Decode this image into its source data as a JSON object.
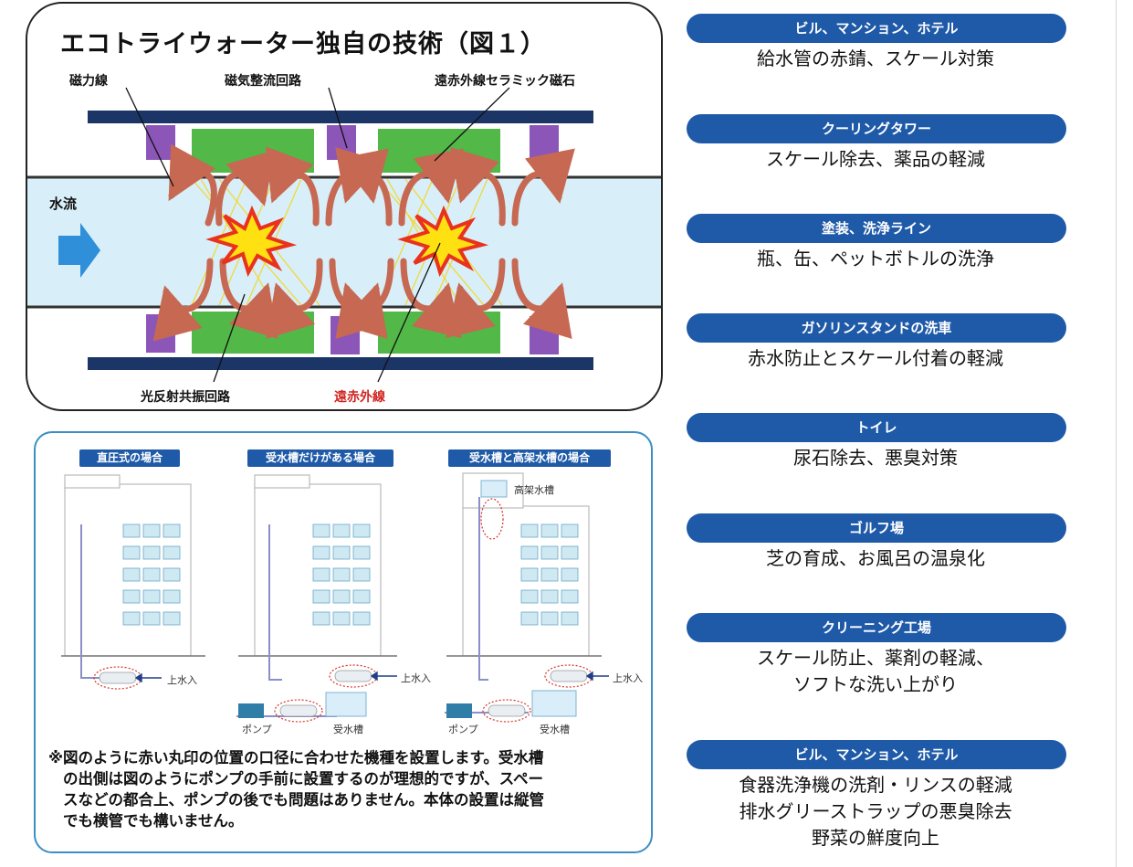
{
  "technology_figure": {
    "title": "エコトライウォーター独自の技術（図１）",
    "labels": {
      "magnetic_lines": "磁力線",
      "rectifier_circuit": "磁気整流回路",
      "ceramic_magnet": "遠赤外線セラミック磁石",
      "water_flow": "水流",
      "optical_resonance": "光反射共振回路",
      "far_infrared": "遠赤外線"
    }
  },
  "installation_figure": {
    "cases": [
      {
        "caption": "直圧式の場合",
        "inlet": "上水入"
      },
      {
        "caption": "受水槽だけがある場合",
        "inlet": "上水入",
        "pump": "ポンプ",
        "tank": "受水槽"
      },
      {
        "caption": "受水槽と高架水槽の場合",
        "inlet": "上水入",
        "pump": "ポンプ",
        "tank": "受水槽",
        "elevated_tank": "高架水槽"
      }
    ],
    "note_lines": [
      "※図のように赤い丸印の位置の口径に合わせた機種を設置します。受水槽",
      "の出側は図のようにポンプの手前に設置するのが理想的ですが、スペー",
      "スなどの都合上、ポンプの後でも問題はありません。本体の設置は縦管",
      "でも横管でも構いません。"
    ]
  },
  "applications": [
    {
      "head": "ビル、マンション、ホテル",
      "desc": [
        "給水管の赤錆、スケール対策"
      ]
    },
    {
      "head": "クーリングタワー",
      "desc": [
        "スケール除去、薬品の軽減"
      ]
    },
    {
      "head": "塗装、洗浄ライン",
      "desc": [
        "瓶、缶、ペットボトルの洗浄"
      ]
    },
    {
      "head": "ガソリンスタンドの洗車",
      "desc": [
        "赤水防止とスケール付着の軽減"
      ]
    },
    {
      "head": "トイレ",
      "desc": [
        "尿石除去、悪臭対策"
      ]
    },
    {
      "head": "ゴルフ場",
      "desc": [
        "芝の育成、お風呂の温泉化"
      ]
    },
    {
      "head": "クリーニング工場",
      "desc": [
        "スケール防止、薬剤の軽減、",
        "ソフトな洗い上がり"
      ]
    },
    {
      "head": "ビル、マンション、ホテル",
      "desc": [
        "食器洗浄機の洗剤・リンスの軽減",
        "排水グリーストラップの悪臭除去",
        "野菜の鮮度向上"
      ]
    }
  ],
  "colors": {
    "navy_bar": "#1b3566",
    "magnet_green": "#52b848",
    "magnet_purple": "#8b56b8",
    "water_blue": "#d8eef9",
    "arrow_red": "#c66852",
    "heading_blue": "#1f5aa8",
    "flow_arrow": "#2f8fd8",
    "burst_yellow": "#ffe010",
    "burst_red": "#e8321e"
  }
}
